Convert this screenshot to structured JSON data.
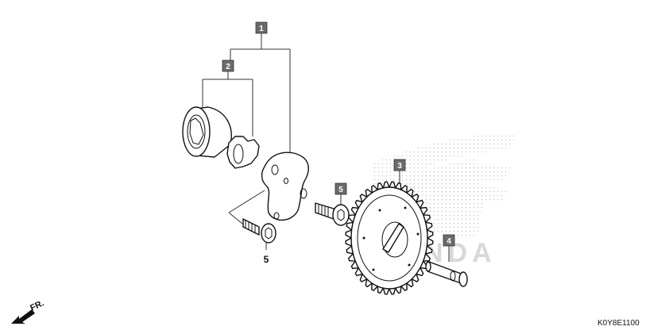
{
  "callouts": {
    "c1": "1",
    "c2": "2",
    "c3": "3",
    "c4": "4",
    "c5": "5",
    "c5_plain": "5"
  },
  "direction_label": "FR.",
  "diagram_code": "K0Y8E1100",
  "watermark_text": "HONDA"
}
